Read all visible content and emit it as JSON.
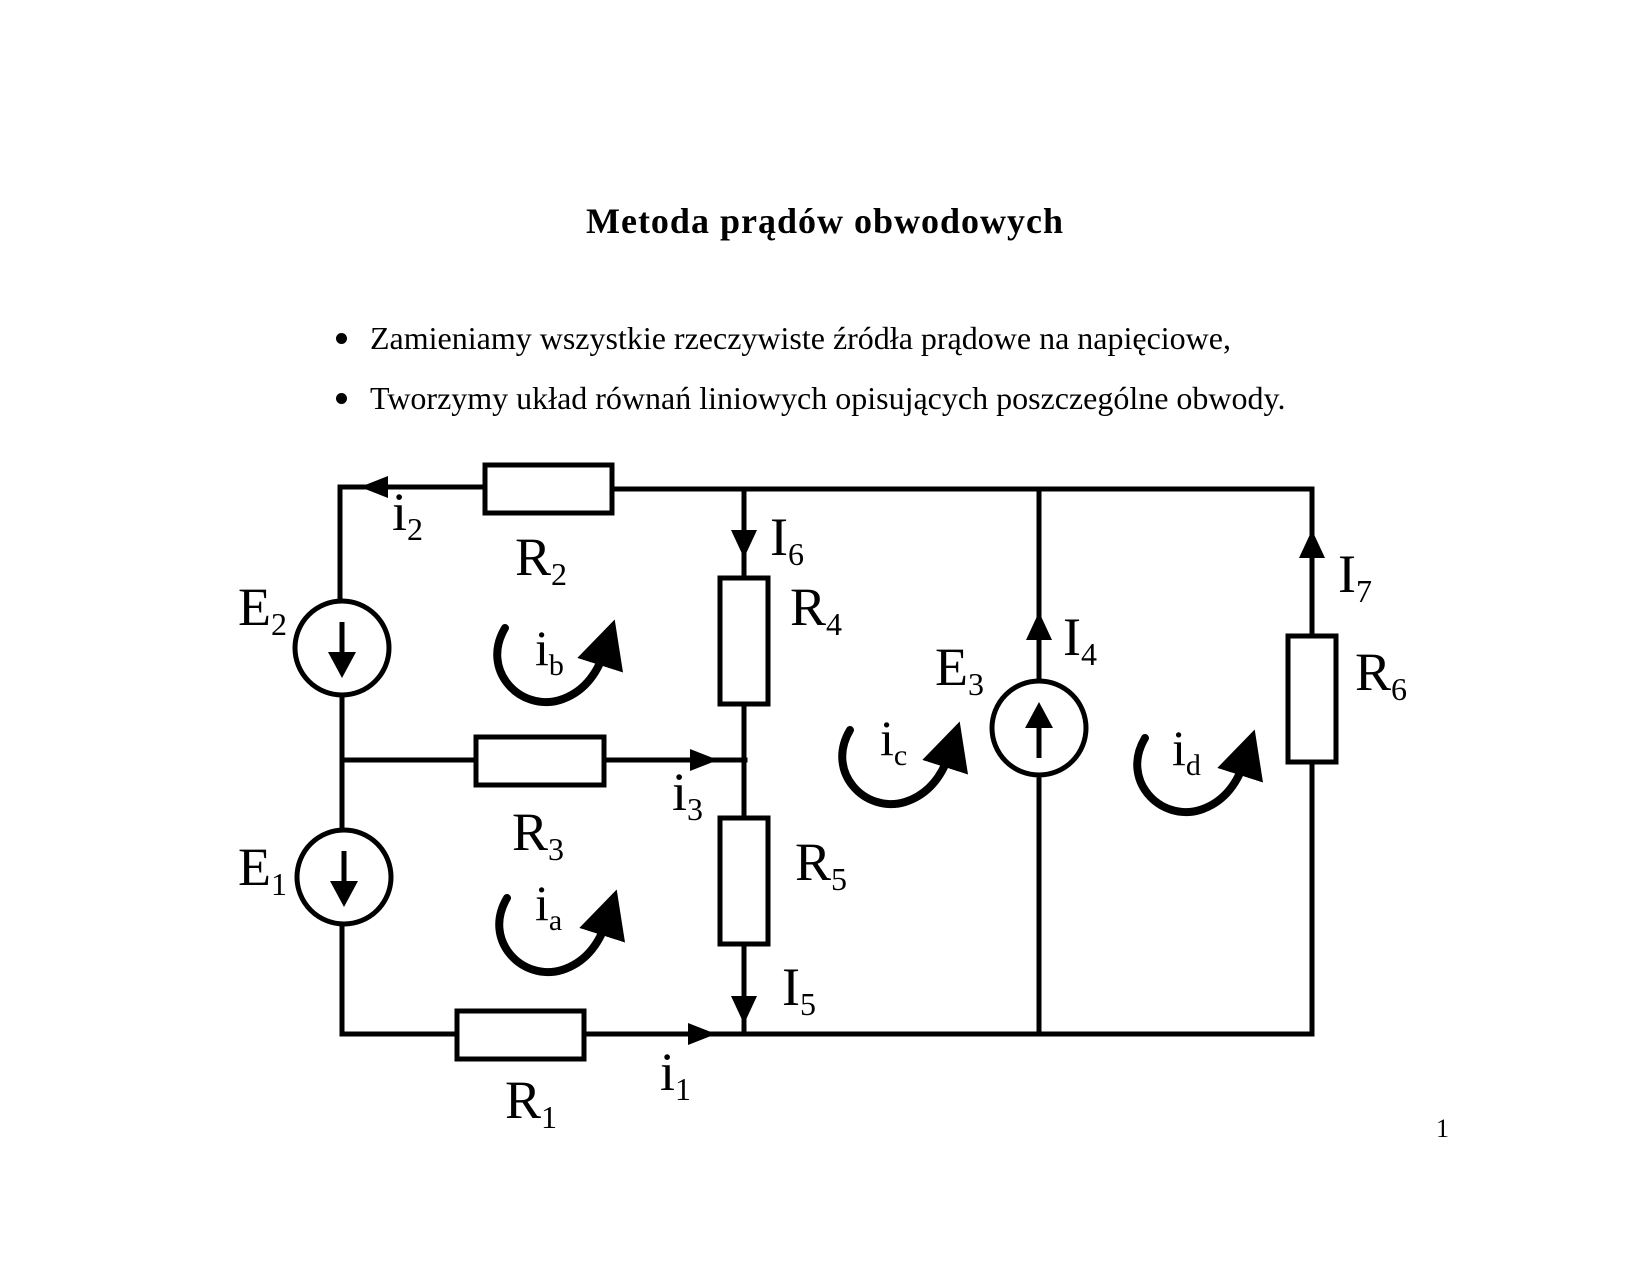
{
  "title": "Metoda prądów obwodowych",
  "bullets": [
    "Zamieniamy wszystkie rzeczywiste źródła prądowe na napięciowe,",
    "Tworzymy układ równań liniowych opisujących poszczególne obwody."
  ],
  "page_number": "1",
  "circuit": {
    "resistors": [
      {
        "main": "R",
        "sub": "1"
      },
      {
        "main": "R",
        "sub": "2"
      },
      {
        "main": "R",
        "sub": "3"
      },
      {
        "main": "R",
        "sub": "4"
      },
      {
        "main": "R",
        "sub": "5"
      },
      {
        "main": "R",
        "sub": "6"
      }
    ],
    "sources": [
      {
        "main": "E",
        "sub": "1"
      },
      {
        "main": "E",
        "sub": "2"
      },
      {
        "main": "E",
        "sub": "3"
      }
    ],
    "branch_currents": [
      {
        "main": "i",
        "sub": "1"
      },
      {
        "main": "i",
        "sub": "2"
      },
      {
        "main": "i",
        "sub": "3"
      },
      {
        "main": "I",
        "sub": "4"
      },
      {
        "main": "I",
        "sub": "5"
      },
      {
        "main": "I",
        "sub": "6"
      },
      {
        "main": "I",
        "sub": "7"
      }
    ],
    "loop_currents": [
      {
        "main": "i",
        "sub": "a"
      },
      {
        "main": "i",
        "sub": "b"
      },
      {
        "main": "i",
        "sub": "c"
      },
      {
        "main": "i",
        "sub": "d"
      }
    ],
    "colors": {
      "ink": "#000000",
      "background": "#ffffff"
    }
  }
}
